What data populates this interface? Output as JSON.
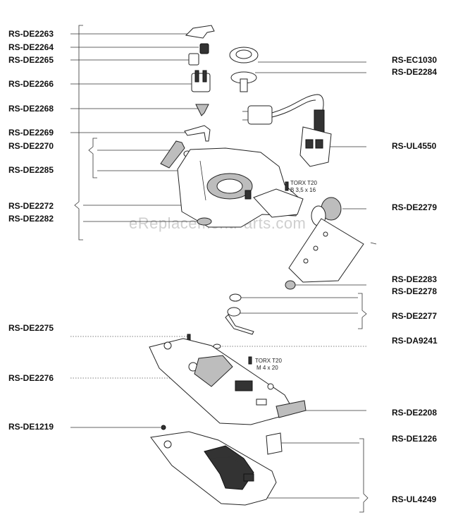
{
  "watermark": "eReplacementParts.com",
  "left_labels": [
    "RS-DE2263",
    "RS-DE2264",
    "RS-DE2265",
    "RS-DE2266",
    "RS-DE2268",
    "RS-DE2269",
    "RS-DE2270",
    "RS-DE2285",
    "RS-DE2272",
    "RS-DE2282",
    "RS-DE2275",
    "RS-DE2276",
    "RS-DE1219"
  ],
  "right_labels": [
    "RS-EC1030",
    "RS-DE2284",
    "RS-UL4550",
    "RS-DE2279",
    "RS-DE2283",
    "RS-DE2278",
    "RS-DE2277",
    "RS-DA9241",
    "RS-DE2208",
    "RS-DE1226",
    "RS-UL4249"
  ],
  "annotations": {
    "torx_top": {
      "line1": "TORX T20",
      "line2": "B 3,5 x 16"
    },
    "torx_bottom": {
      "line1": "TORX T20",
      "line2": "M 4 x 20"
    }
  }
}
